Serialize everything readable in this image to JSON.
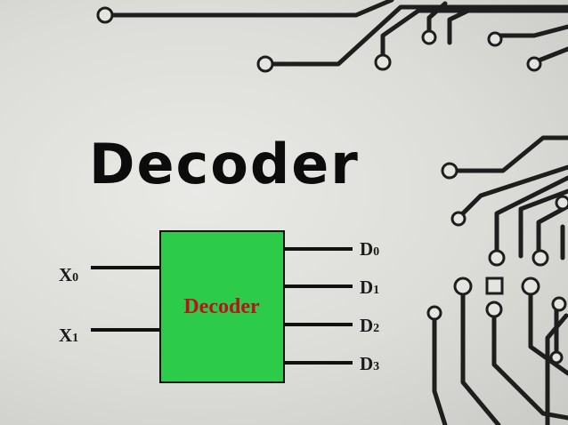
{
  "slide": {
    "title": "Decoder",
    "block_label": "Decoder",
    "inputs": [
      {
        "letter": "X",
        "sub": "0"
      },
      {
        "letter": "X",
        "sub": "1"
      }
    ],
    "outputs": [
      {
        "letter": "D",
        "sub": "0"
      },
      {
        "letter": "D",
        "sub": "1"
      },
      {
        "letter": "D",
        "sub": "2"
      },
      {
        "letter": "D",
        "sub": "3"
      }
    ]
  },
  "colors": {
    "block_fill": "#2ccc4a",
    "block_label": "#b8141b",
    "wire": "#111111",
    "circuit_traces": "#1e1e1e"
  }
}
